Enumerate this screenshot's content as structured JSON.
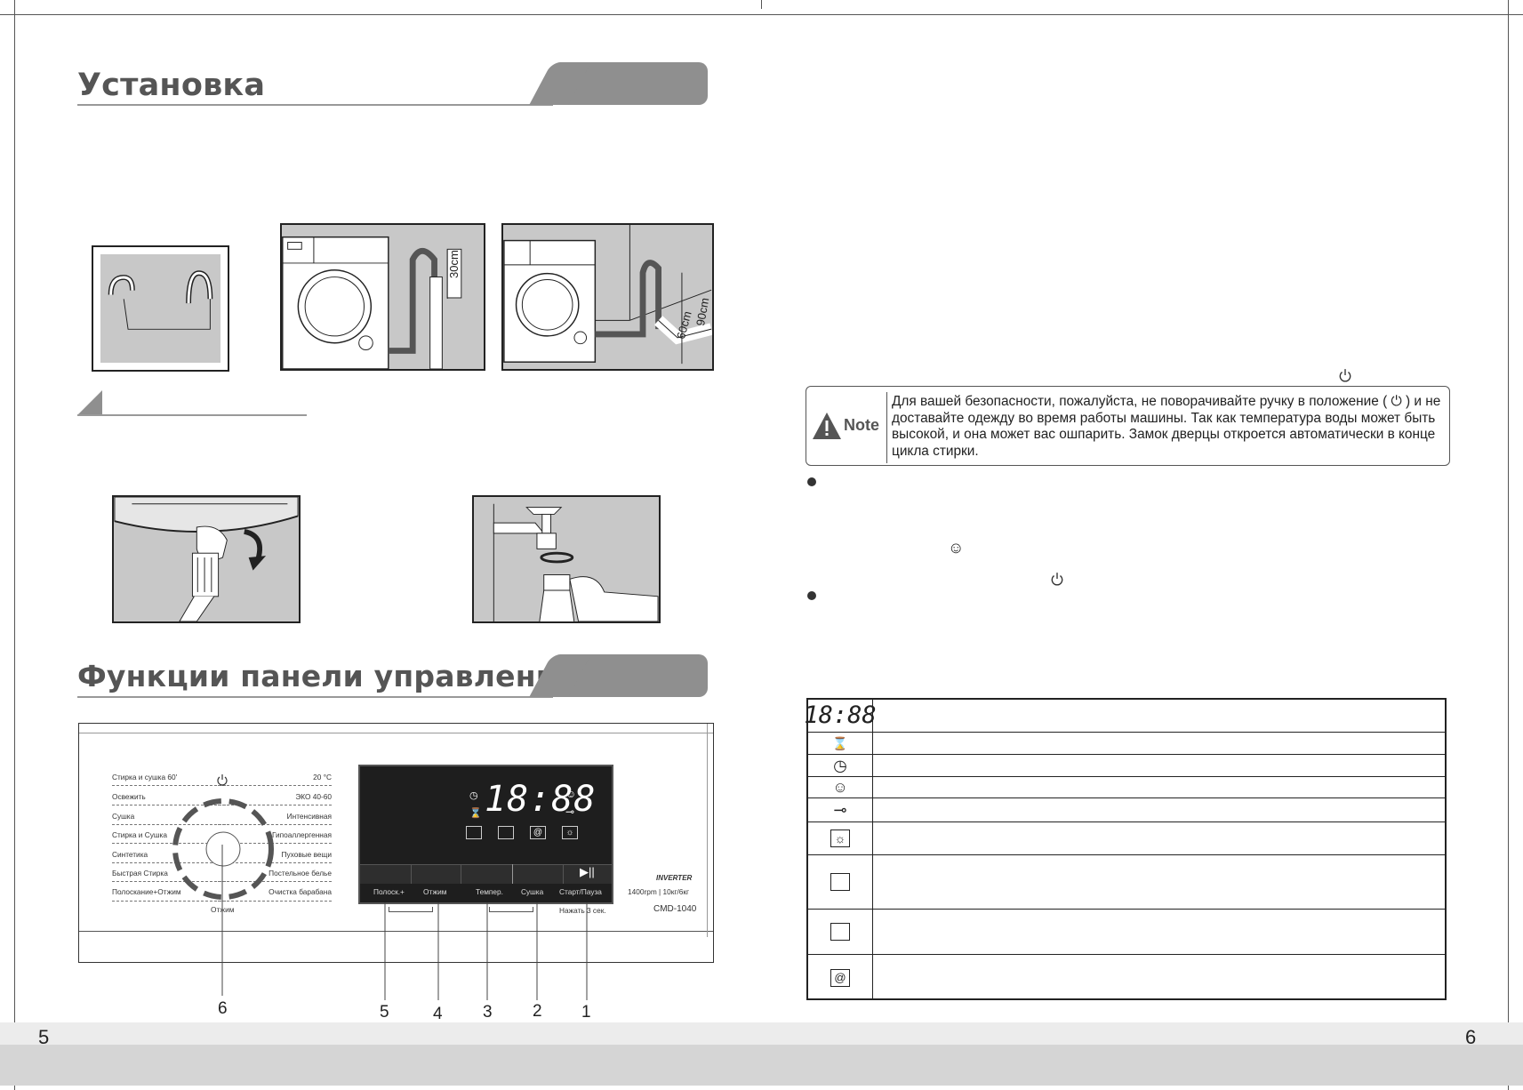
{
  "left_page": {
    "section1_title": "Установка",
    "section2_title": "Функции панели управления",
    "page_number": "5",
    "fig_labels": {
      "height_30": "30cm",
      "height_90": "90cm",
      "height_60": "60cm"
    }
  },
  "right_page": {
    "page_number": "6",
    "note": {
      "label": "Note",
      "text": "Для вашей безопасности, пожалуйста, не поворачивайте ручку в положение ( ⏻ ) и не доставайте одежду во время работы машины. Так как температура воды может быть высокой, и она может вас ошпарить. Замок дверцы откроется автоматически в конце цикла стирки."
    },
    "icon_table": {
      "rows": [
        {
          "icon": "digital-display-icon",
          "digits": "18:88"
        },
        {
          "icon": "hourglass-icon"
        },
        {
          "icon": "clock-icon"
        },
        {
          "icon": "child-lock-face-icon"
        },
        {
          "icon": "door-lock-key-icon"
        },
        {
          "icon": "dry-sun-icon"
        },
        {
          "icon": "prewash-tub-icon"
        },
        {
          "icon": "main-wash-tub-icon"
        },
        {
          "icon": "spin-icon"
        }
      ]
    }
  },
  "control_panel": {
    "left_programs": [
      "Стирка и сушка 60'",
      "Освежить",
      "Сушка",
      "Стирка и Сушка",
      "Синтетика",
      "Быстрая Стирка",
      "Полоскание+Отжим"
    ],
    "right_programs": [
      "20 °C",
      "ЭКО 40-60",
      "Интенсивная",
      "Гипоаллергенная",
      "Пуховые вещи",
      "Постельное белье",
      "Очистка барабана"
    ],
    "bottom_program": "Отжим",
    "display_digits": "18:88",
    "buttons": [
      "Полоск.+",
      "Отжим",
      "Темпер.",
      "Сушка",
      "Старт/Пауза"
    ],
    "brand": "INVERTER",
    "spec": "1400rpm | 10кг/6кг",
    "model": "CMD-1040",
    "hold_hint": "Нажать 3 сек.",
    "callouts": [
      "6",
      "5",
      "4",
      "3",
      "2",
      "1"
    ]
  }
}
